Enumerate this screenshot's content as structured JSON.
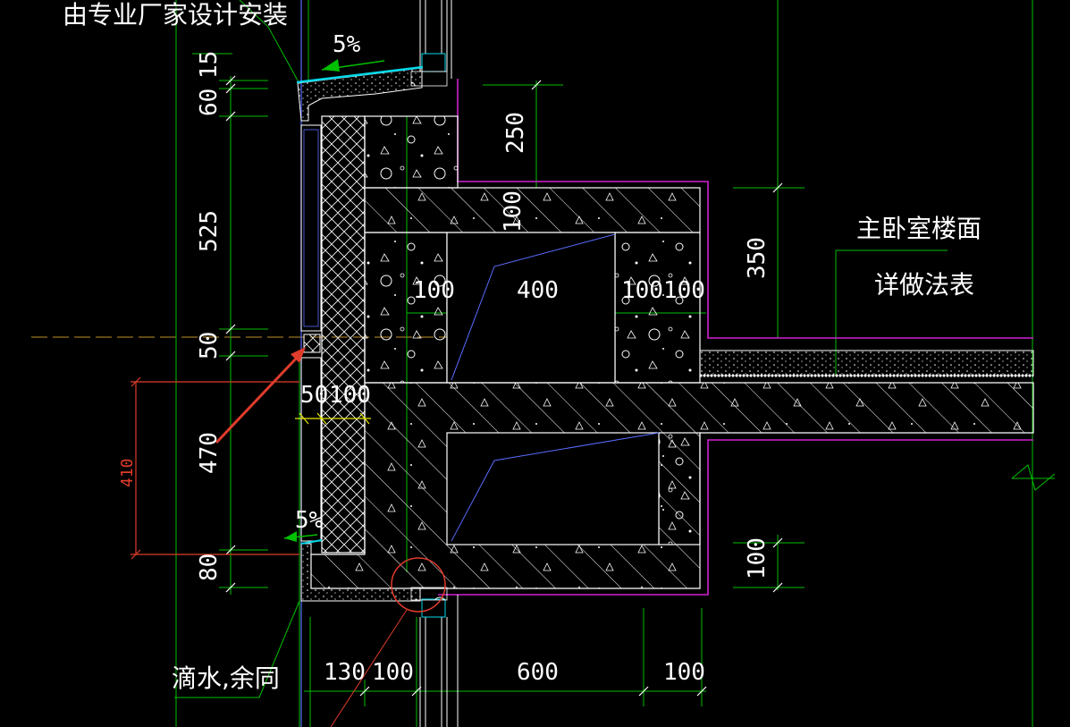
{
  "notes": {
    "top_left": "由专业厂家设计安装",
    "bedroom_floor": "主卧室楼面",
    "detail_table": "详做法表",
    "drip": "滴水,余同"
  },
  "slopes": {
    "top": "5%",
    "bottom": "5%"
  },
  "dims_left": {
    "d15": "15",
    "d60": "60",
    "d525": "525",
    "d50": "50",
    "d470": "470",
    "d80": "80"
  },
  "dims_red": {
    "d410": "410"
  },
  "dims_inner": {
    "d100_slab": "100",
    "d100_left": "100",
    "d400": "400",
    "d100_r1": "100",
    "d100_r2": "100",
    "d50b": "50",
    "d100b": "100"
  },
  "dims_right": {
    "d250": "250",
    "d350": "350",
    "d100_lower": "100"
  },
  "dims_bottom": {
    "d130": "130",
    "d100a": "100",
    "d600": "600",
    "d100c": "100"
  },
  "colors": {
    "background": "#000000",
    "line": "#ffffff",
    "green": "#00c000",
    "magenta": "#d020d0",
    "cyan": "#00d8e8",
    "red": "#e03c2c",
    "blue": "#5a6cff"
  }
}
